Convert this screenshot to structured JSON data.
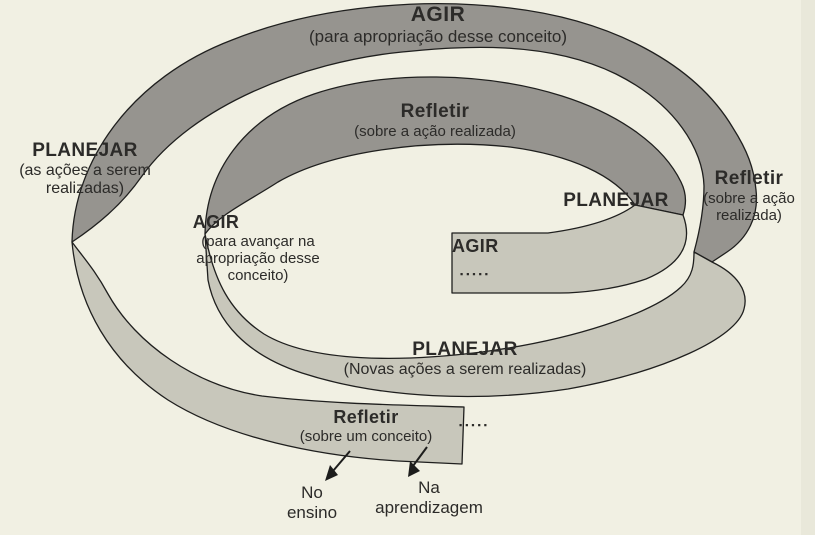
{
  "diagram": {
    "title_hint": "Espiral PLANEJAR - AGIR - Refletir",
    "colors": {
      "background": "#f1f0e3",
      "band_dark": "#96948f",
      "band_light": "#c8c7bb",
      "outline": "#1f1f1e",
      "ink": "#2c2b29",
      "edge_shade": "#e5e4d6"
    },
    "labels": {
      "top_agir": {
        "title": "AGIR",
        "subtitle": "(para apropriação desse conceito)"
      },
      "inner_refletir": {
        "title": "Refletir",
        "subtitle": "(sobre a ação realizada)"
      },
      "left_planejar": {
        "title": "PLANEJAR",
        "line1": "(as ações a serem",
        "line2": "realizadas)"
      },
      "mid_agir": {
        "title": "AGIR",
        "line1": "(para avançar na",
        "line2": "apropriação desse",
        "line3": "conceito)"
      },
      "center_planejar": {
        "title": "PLANEJAR"
      },
      "inner_agir": {
        "title": "AGIR",
        "dots": "▪▪▪▪▪"
      },
      "right_refletir": {
        "title": "Refletir",
        "line1": "(sobre a ação",
        "line2": "realizada)"
      },
      "bottom_planejar": {
        "title": "PLANEJAR",
        "subtitle": "(Novas ações a serem realizadas)"
      },
      "bottom_refletir": {
        "title": "Refletir",
        "subtitle": "(sobre um conceito)",
        "dots": "▪▪▪▪▪"
      },
      "outcome_left": {
        "line1": "No",
        "line2": "ensino"
      },
      "outcome_right": {
        "line1": "Na",
        "line2": "aprendizagem"
      }
    }
  }
}
